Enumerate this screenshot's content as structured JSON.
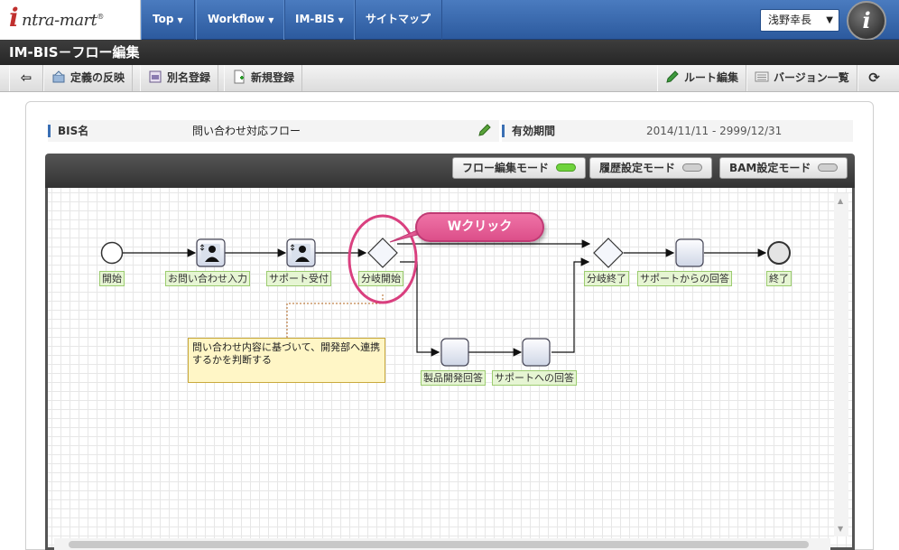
{
  "app": {
    "logo_text": "intra-mart",
    "nav": [
      {
        "label": "Top",
        "has_menu": true
      },
      {
        "label": "Workflow",
        "has_menu": true
      },
      {
        "label": "IM-BIS",
        "has_menu": true
      },
      {
        "label": "サイトマップ",
        "has_menu": false
      }
    ],
    "user_name": "浅野幸長"
  },
  "page_title": "IM-BIS－フロー編集",
  "toolbar": {
    "back_icon": "arrow-left-icon",
    "apply_label": "定義の反映",
    "alias_label": "別名登録",
    "new_label": "新規登録",
    "route_label": "ルート編集",
    "versions_label": "バージョン一覧",
    "refresh_icon": "refresh-icon"
  },
  "info": {
    "bis_name_label": "BIS名",
    "bis_name_value": "問い合わせ対応フロー",
    "period_label": "有効期間",
    "period_value": "2014/11/11 - 2999/12/31"
  },
  "modes": [
    {
      "label": "フロー編集モード",
      "active": true
    },
    {
      "label": "履歴設定モード",
      "active": false
    },
    {
      "label": "BAM設定モード",
      "active": false
    }
  ],
  "flow": {
    "nodes": {
      "start": "開始",
      "inquiry": "お問い合わせ入力",
      "support_accept": "サポート受付",
      "branch_start": "分岐開始",
      "branch_end": "分岐終了",
      "support_answer": "サポートからの回答",
      "end": "終了",
      "product_answer": "製品開発回答",
      "to_support": "サポートへの回答"
    },
    "note": "問い合わせ内容に基づいて、開発部へ連携するかを判断する",
    "callout": "Wクリック"
  },
  "colors": {
    "nav_blue": "#3a6aae",
    "title_dark": "#2e2e2e",
    "mode_on": "#6fd33c",
    "callout_pink": "#e85b96",
    "note_yellow": "#fff6c6",
    "label_green": "#e6f5d3"
  }
}
